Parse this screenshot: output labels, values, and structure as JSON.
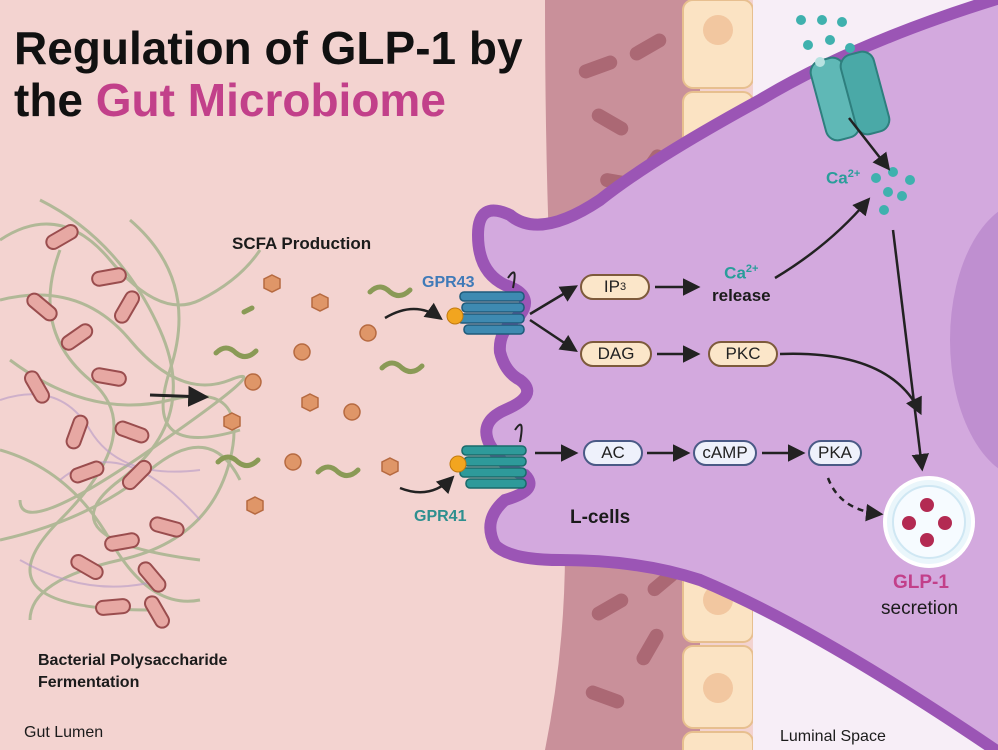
{
  "title": {
    "line1": "Regulation of GLP-1 by",
    "line2_prefix": "the ",
    "line2_accent": "Gut Microbiome"
  },
  "labels": {
    "scfa_production": "SCFA Production",
    "gpr43": "GPR43",
    "gpr41": "GPR41",
    "l_cells": "L-cells",
    "bacterial_line1": "Bacterial Polysaccharide",
    "bacterial_line2": "Fermentation",
    "gut_lumen": "Gut Lumen",
    "luminal_space": "Luminal Space",
    "ca_top_base": "Ca",
    "ca_top_sup": "2+",
    "ca_release_base": "Ca",
    "ca_release_sup": "2+",
    "release": "release",
    "glp1": "GLP-1",
    "secretion": "secretion"
  },
  "nodes": {
    "ip3_base": "IP",
    "ip3_sub": "3",
    "dag": "DAG",
    "pkc": "PKC",
    "ac": "AC",
    "camp": "cAMP",
    "pka": "PKA"
  },
  "colors": {
    "background": "#f3d3d0",
    "cell": "#d3a9de",
    "membrane": "#9b55b5",
    "title_accent": "#c2408a",
    "gpr43_label": "#3f7ab8",
    "gpr41_label": "#2e8f8f",
    "calcium": "#2a9d9a",
    "glp1_label": "#c2408a"
  }
}
